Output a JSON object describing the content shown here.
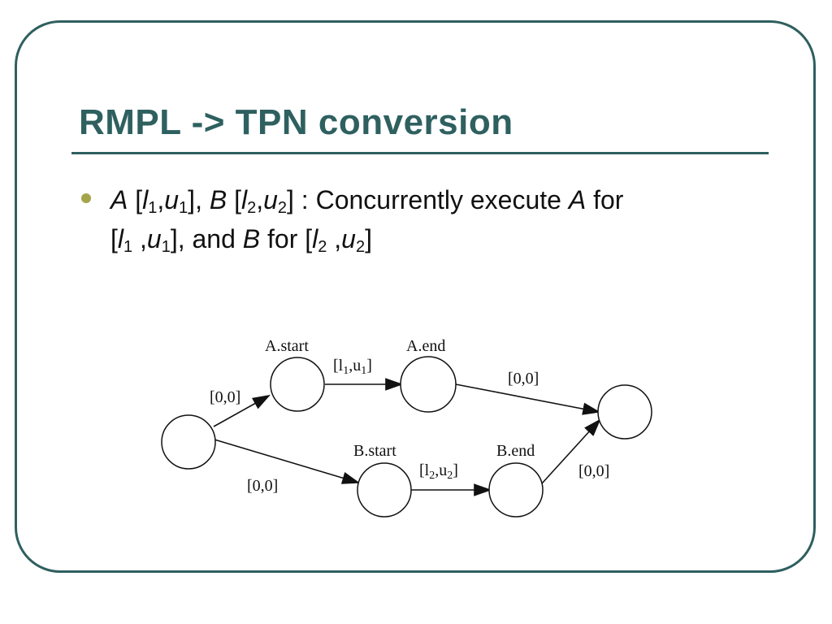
{
  "slide": {
    "title": "RMPL -> TPN conversion",
    "bullet": {
      "A": "A",
      "B": "B",
      "l1": "l",
      "u1": "u",
      "l2": "l",
      "u2": "u",
      "sub1": "1",
      "sub2": "2",
      "comma": ",",
      "open_bracket": "[",
      "close_bracket": "]",
      "colon_text": " : Concurrently execute ",
      "for_text": " for",
      "and_text": "], and ",
      "for2_text": " for [",
      "space_comma": " ,"
    }
  },
  "diagram": {
    "nodes": {
      "a_start": "A.start",
      "a_end": "A.end",
      "b_start": "B.start",
      "b_end": "B.end"
    },
    "edges": {
      "start_to_a": "[0,0]",
      "start_to_b": "[0,0]",
      "a_end_to_finish": "[0,0]",
      "b_end_to_finish": "[0,0]",
      "a_interval_open": "[l",
      "a_interval_sub1": "1",
      "a_interval_mid": ",u",
      "a_interval_sub2": "1",
      "a_interval_close": "]",
      "b_interval_open": "[l",
      "b_interval_sub1": "2",
      "b_interval_mid": ",u",
      "b_interval_sub2": "2",
      "b_interval_close": "]"
    }
  }
}
